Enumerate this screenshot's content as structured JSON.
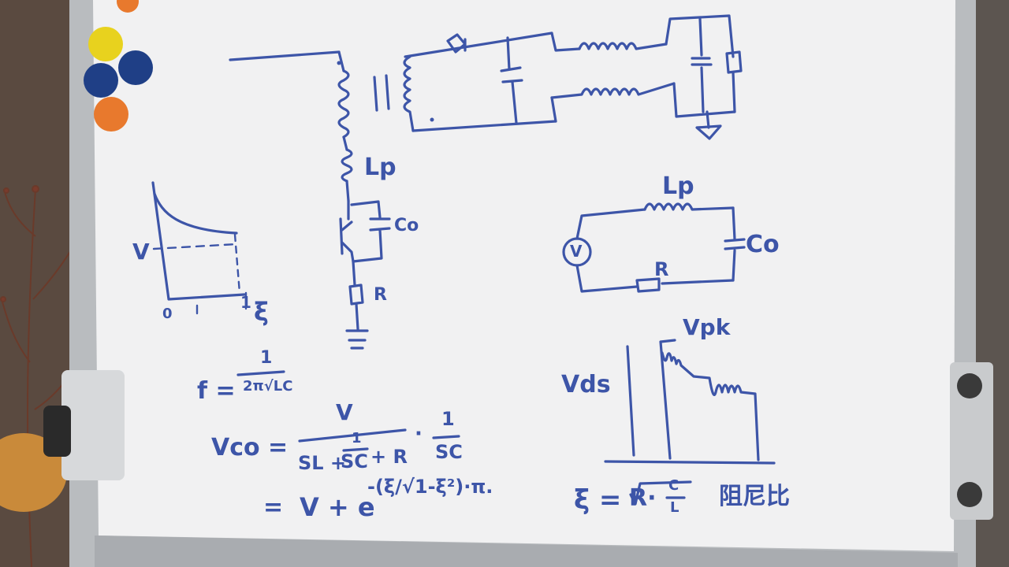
{
  "whiteboard": {
    "colors": {
      "board": "#f1f1f2",
      "ink": "#3d55a8",
      "frame": "#b9bcbf",
      "wall": "#4b4440"
    },
    "magnets": [
      {
        "name": "yellow-magnet",
        "color": "#e8d21e"
      },
      {
        "name": "blue-magnet-1",
        "color": "#1f3f86"
      },
      {
        "name": "blue-magnet-2",
        "color": "#1f3f86"
      },
      {
        "name": "orange-magnet",
        "color": "#e8792d"
      }
    ]
  },
  "labels": {
    "lp_top": "Lp",
    "co_left": "Co",
    "r_left": "R",
    "lp_right": "Lp",
    "co_right": "Co",
    "r_right": "R",
    "v_source": "V",
    "v_axis": "V",
    "zero": "0",
    "one": "1",
    "xi": "ξ",
    "vpk": "Vpk",
    "vds": "Vds"
  },
  "equations": {
    "f_lhs": "f =",
    "f_num": "1",
    "f_den": "2π√LC",
    "vco_lhs": "Vco =",
    "vco_num": "V",
    "vco_den_a": "SL +",
    "vco_den_b": "1",
    "vco_den_c": "SC",
    "vco_den_d": "+ R",
    "vco_dot": "·",
    "vco_frac2_num": "1",
    "vco_frac2_den": "SC",
    "line3_lhs": "=",
    "line3_a": "V + e",
    "line3_exp": "-(ξ/√1-ξ²)·π.",
    "xi_lhs": "ξ =",
    "xi_rhs": "R·",
    "xi_sqrt_num": "C",
    "xi_sqrt_den": "L",
    "xi_note": "阻尼比"
  }
}
